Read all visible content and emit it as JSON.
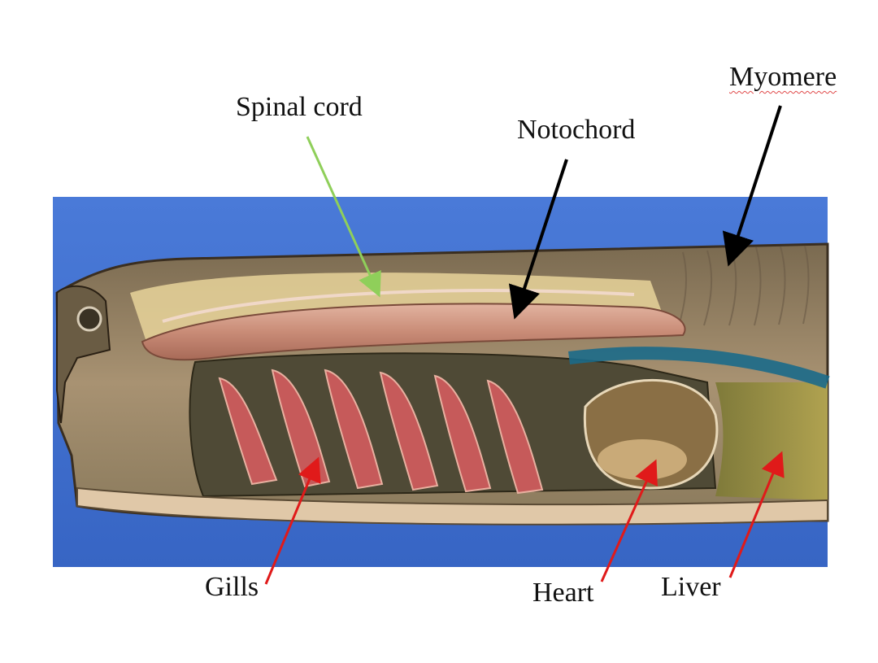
{
  "labels": {
    "spinal_cord": "Spinal cord",
    "notochord": "Notochord",
    "myomere": "Myomere",
    "gills": "Gills",
    "heart": "Heart",
    "liver": "Liver"
  },
  "colors": {
    "background_blue": "#3f6fcc",
    "arrow_black": "#000000",
    "arrow_green": "#8fcf5a",
    "arrow_red": "#e01a1a",
    "muscle": "#a89070",
    "notochord_pink": "#c9927c",
    "gill_red": "#c65a5a",
    "liver_olive": "#9a8a3a"
  }
}
